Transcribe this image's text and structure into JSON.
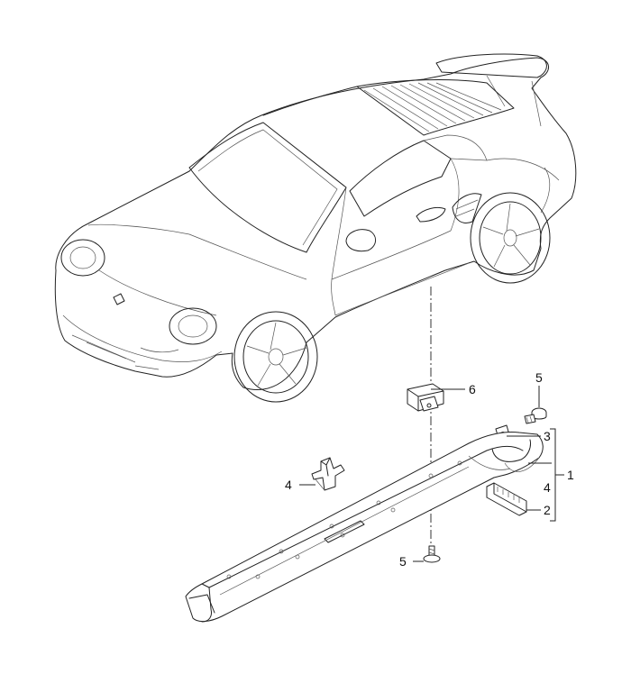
{
  "callouts": {
    "c1": "1",
    "c2": "2",
    "c3": "3",
    "c4_group": "4",
    "c4_clip": "4",
    "c5_top": "5",
    "c5_bottom": "5",
    "c6": "6"
  }
}
